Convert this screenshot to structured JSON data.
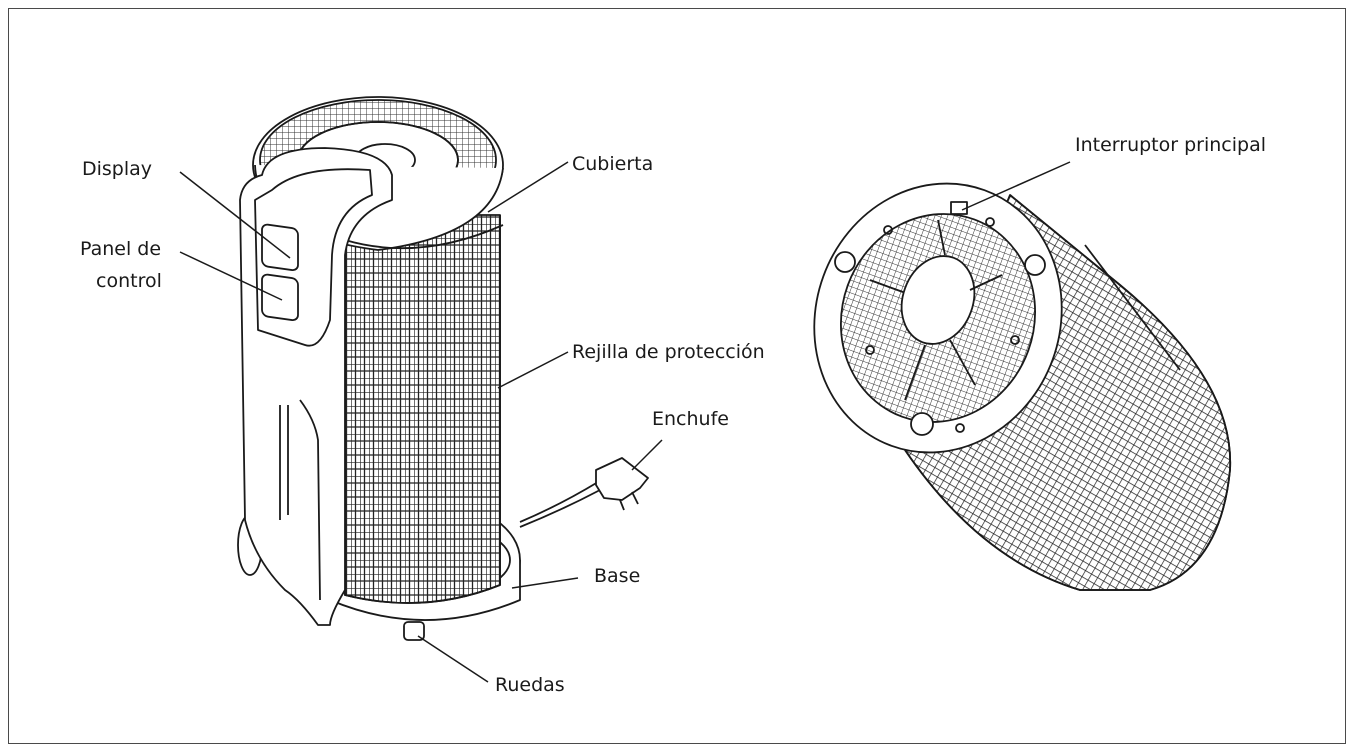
{
  "labels": {
    "display": "Display",
    "panel_line1": "Panel de",
    "panel_line2": "control",
    "cubierta": "Cubierta",
    "rejilla": "Rejilla de protección",
    "enchufe": "Enchufe",
    "base": "Base",
    "ruedas": "Ruedas",
    "interruptor": "Interruptor principal"
  }
}
